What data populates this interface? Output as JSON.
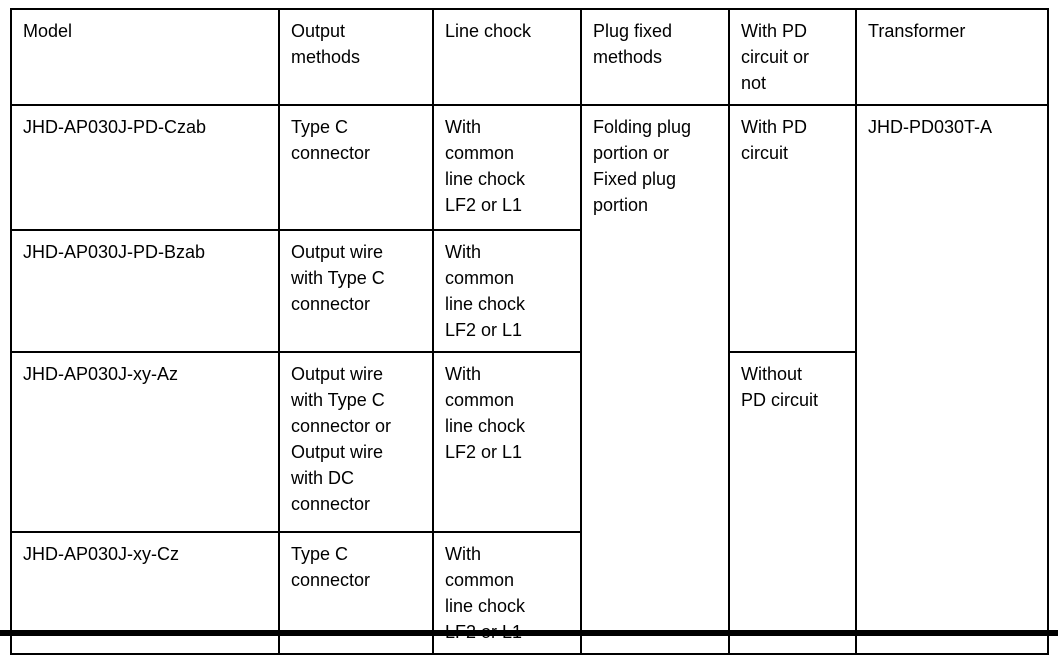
{
  "page": {
    "background_color": "#ffffff",
    "border_color": "#000000",
    "text_color": "#000000"
  },
  "table": {
    "headers": {
      "model": "Model",
      "output_methods": "Output\nmethods",
      "line_chock": "Line chock",
      "plug_fixed_methods": "Plug fixed\nmethods",
      "pd_circuit": "With PD\ncircuit or\nnot",
      "transformer": "Transformer"
    },
    "rows": [
      {
        "model": "JHD-AP030J-PD-Czab",
        "output": "Type C\nconnector",
        "chock": "With\ncommon\nline chock\nLF2 or L1"
      },
      {
        "model": "JHD-AP030J-PD-Bzab",
        "output": "Output wire\nwith Type C\nconnector",
        "chock": "With\ncommon\nline chock\nLF2 or L1"
      },
      {
        "model": "JHD-AP030J-xy-Az",
        "output": "Output wire\nwith Type C\nconnector or\nOutput wire\nwith DC\nconnector",
        "chock": "With\ncommon\nline chock\nLF2 or L1"
      },
      {
        "model": "JHD-AP030J-xy-Cz",
        "output": "Type C\nconnector",
        "chock": "With\ncommon\nline chock\nLF2 or L1"
      }
    ],
    "merged": {
      "plug_fixed": "Folding plug\nportion or\nFixed plug\nportion",
      "pd_with": "With PD\ncircuit",
      "pd_without": "Without\nPD circuit",
      "transformer_model": "JHD-PD030T-A"
    }
  }
}
